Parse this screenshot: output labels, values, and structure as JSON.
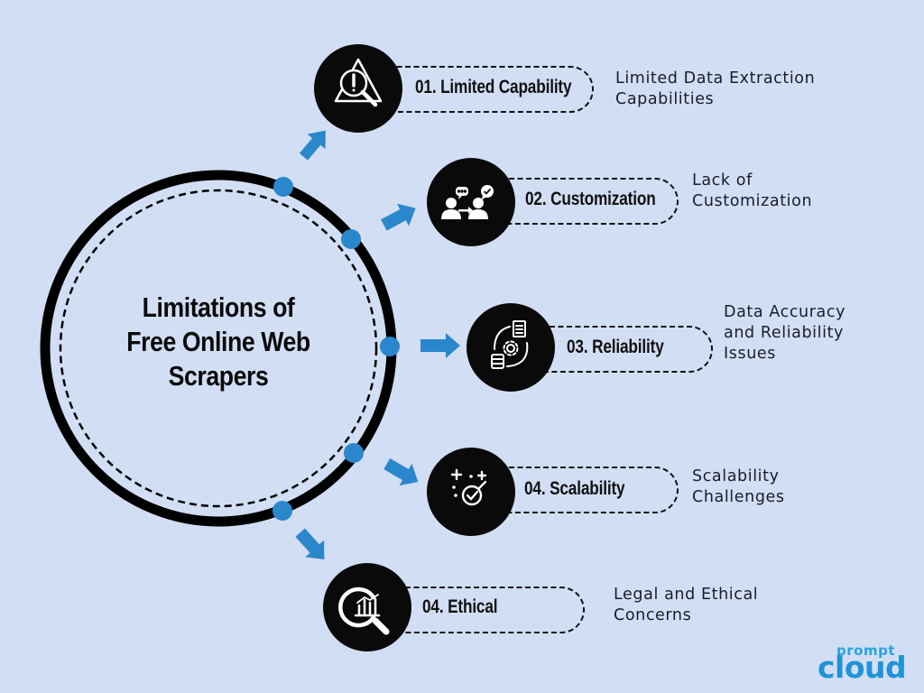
{
  "title": {
    "line1": "Limitations of",
    "line2": "Free Online Web",
    "line3": "Scrapers"
  },
  "colors": {
    "background": "#d2def4",
    "ring": "#000000",
    "accent_blue": "#2a87cb",
    "icon_circle": "#0a0a0a",
    "text_dark": "#111111"
  },
  "items": [
    {
      "number": "01",
      "label": "01. Limited Capability",
      "description": "Limited Data Extraction\nCapabilities",
      "icon": "warning-magnifier-icon"
    },
    {
      "number": "02",
      "label": "02. Customization",
      "description": "Lack of\nCustomization",
      "icon": "users-chat-exchange-icon"
    },
    {
      "number": "03",
      "label": "03. Reliability",
      "description": "Data Accuracy\nand Reliability\nIssues",
      "icon": "data-sync-gear-icon"
    },
    {
      "number": "04",
      "label": "04. Scalability",
      "description": "Scalability\nChallenges",
      "icon": "sparkle-check-icon"
    },
    {
      "number": "04",
      "label": "04. Ethical",
      "description": "Legal and Ethical\nConcerns",
      "icon": "chart-magnifier-icon"
    }
  ],
  "logo": {
    "small": "prompt",
    "big": "cloud"
  }
}
